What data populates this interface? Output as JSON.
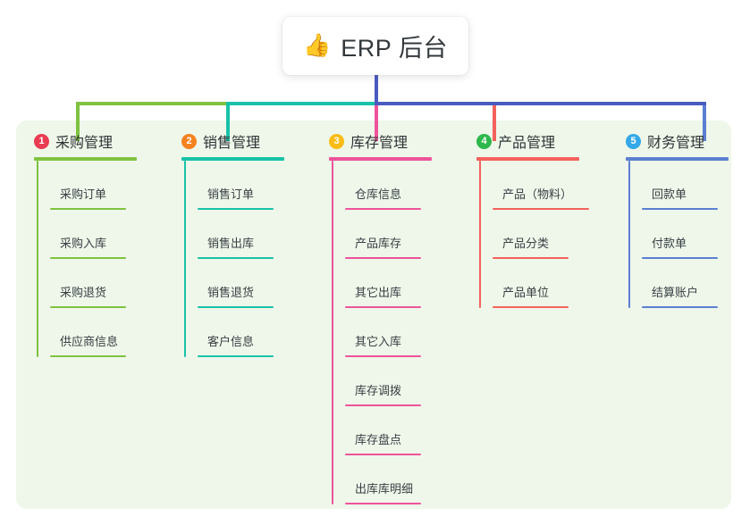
{
  "title": {
    "icon": "thumbs-up-icon",
    "glyph": "👍",
    "text": "ERP 后台"
  },
  "colors": {
    "panel_bg": "#eef7ea",
    "root_line": "#4a5bc0",
    "col1": "#7fc241",
    "col2": "#19c2a8",
    "col3": "#ee539b",
    "col4": "#f4615c",
    "col5": "#5b7fd0",
    "badge1": "#ea3b52",
    "badge2": "#f58220",
    "badge3": "#fbbc16",
    "badge4": "#2eb84c",
    "badge5": "#34a8e8"
  },
  "columns": [
    {
      "number": "1",
      "title": "采购管理",
      "line_color": "#7fc241",
      "badge_color": "#ea3b52",
      "items": [
        "采购订单",
        "采购入库",
        "采购退货",
        "供应商信息"
      ]
    },
    {
      "number": "2",
      "title": "销售管理",
      "line_color": "#19c2a8",
      "badge_color": "#f58220",
      "items": [
        "销售订单",
        "销售出库",
        "销售退货",
        "客户信息"
      ]
    },
    {
      "number": "3",
      "title": "库存管理",
      "line_color": "#ee539b",
      "badge_color": "#fbbc16",
      "items": [
        "仓库信息",
        "产品库存",
        "其它出库",
        "其它入库",
        "库存调拨",
        "库存盘点",
        "出库库明细"
      ]
    },
    {
      "number": "4",
      "title": "产品管理",
      "line_color": "#f4615c",
      "badge_color": "#2eb84c",
      "items": [
        "产品（物料）",
        "产品分类",
        "产品单位"
      ]
    },
    {
      "number": "5",
      "title": "财务管理",
      "line_color": "#5b7fd0",
      "badge_color": "#34a8e8",
      "items": [
        "回款单",
        "付款单",
        "结算账户"
      ]
    }
  ]
}
